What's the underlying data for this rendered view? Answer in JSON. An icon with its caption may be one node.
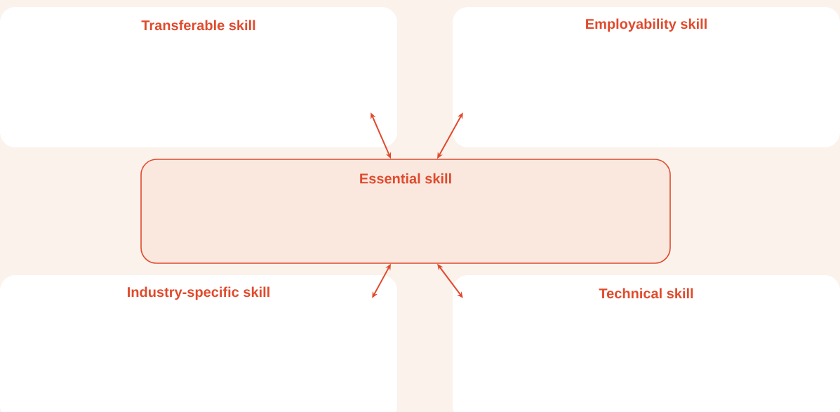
{
  "diagram": {
    "nodes": [
      {
        "text": [
          "Transferable skill"
        ]
      },
      {
        "text": [
          "Employability skill"
        ]
      },
      {
        "text": [
          "Essential skill"
        ]
      },
      {
        "text": [
          "Industry-specific skill"
        ]
      },
      {
        "text": [
          "Technical skill"
        ]
      }
    ],
    "edges": [
      {
        "from": 2,
        "to": 0,
        "arrow": "both"
      },
      {
        "from": 2,
        "to": 1,
        "arrow": "both"
      },
      {
        "from": 2,
        "to": 3,
        "arrow": "both"
      },
      {
        "from": 2,
        "to": 4,
        "arrow": "both"
      }
    ]
  }
}
